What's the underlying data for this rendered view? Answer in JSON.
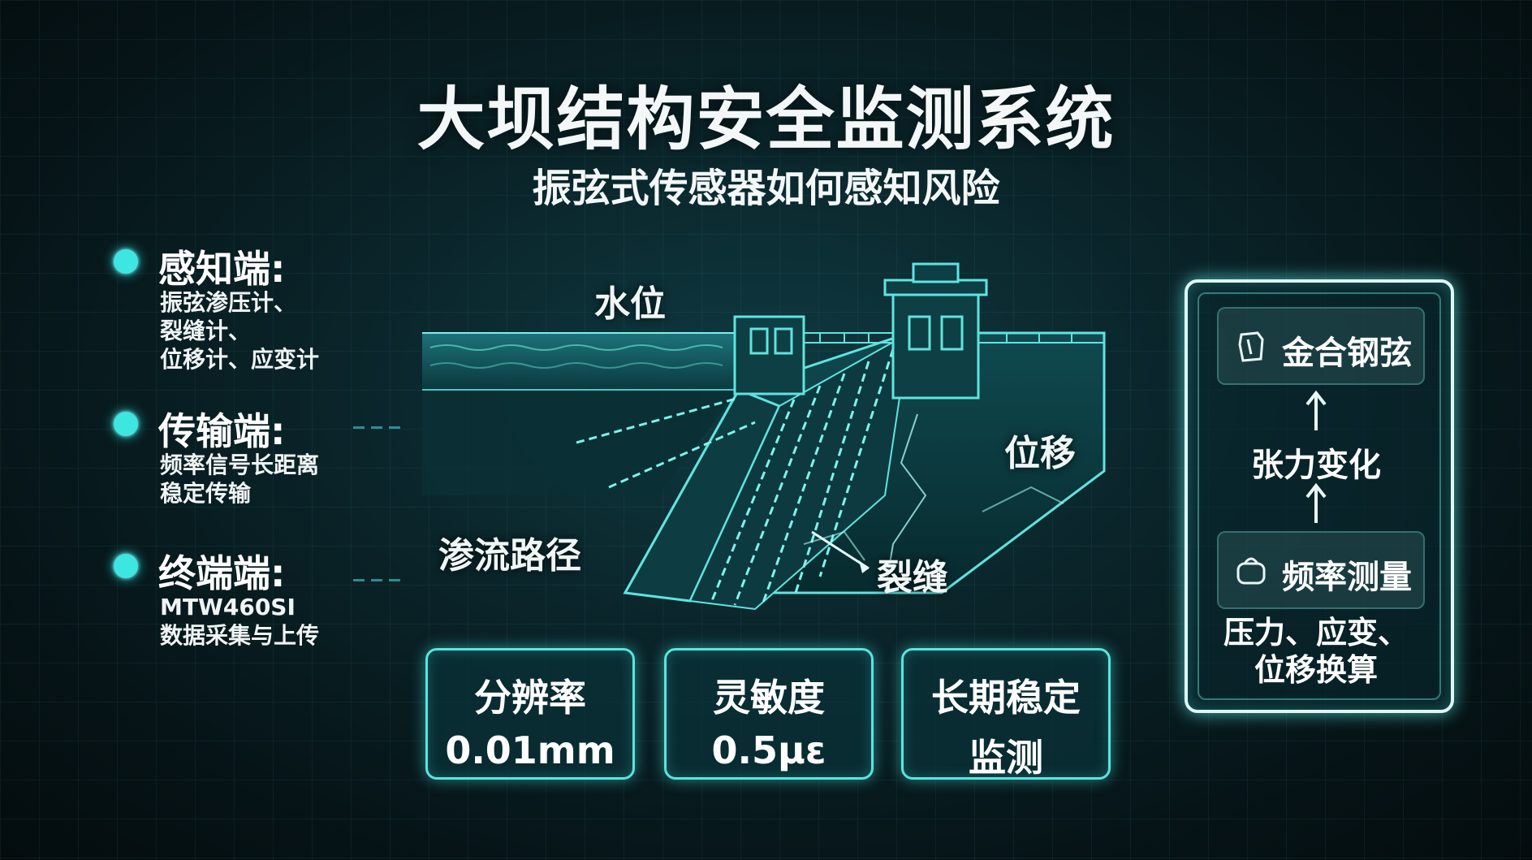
{
  "title": "大坝结构安全监测系统",
  "subtitle": "振弦式传感器如何感知风险",
  "sidebar": {
    "items": [
      {
        "heading": "感知端:",
        "lines": [
          "振弦渗压计、",
          "裂缝计、",
          "位移计、应变计"
        ]
      },
      {
        "heading": "传输端:",
        "lines": [
          "频率信号长距离",
          "稳定传输"
        ]
      },
      {
        "heading": "终端端:",
        "lines": [
          "MTW460SI",
          "数据采集与上传"
        ]
      }
    ]
  },
  "dam": {
    "labels": {
      "water_level": "水位",
      "displacement": "位移",
      "seepage_path": "渗流路径",
      "crack": "裂缝"
    }
  },
  "stats": [
    {
      "line1": "分辨率",
      "line2": "0.01mm"
    },
    {
      "line1": "灵敏度",
      "line2": "0.5με"
    },
    {
      "line1": "长期稳定",
      "line2": "监测"
    }
  ],
  "panel": {
    "steel_wire": "金合钢弦",
    "tension_change": "张力变化",
    "frequency_measure": "频率测量",
    "conversion_line1": "压力、应变、",
    "conversion_line2": "位移换算",
    "icons": [
      "steel-wire-icon",
      "arrow-up-icon",
      "frequency-icon"
    ]
  },
  "colors": {
    "accent": "#56e6e0",
    "dot": "#3ee6e0",
    "background": "#0a2429"
  }
}
